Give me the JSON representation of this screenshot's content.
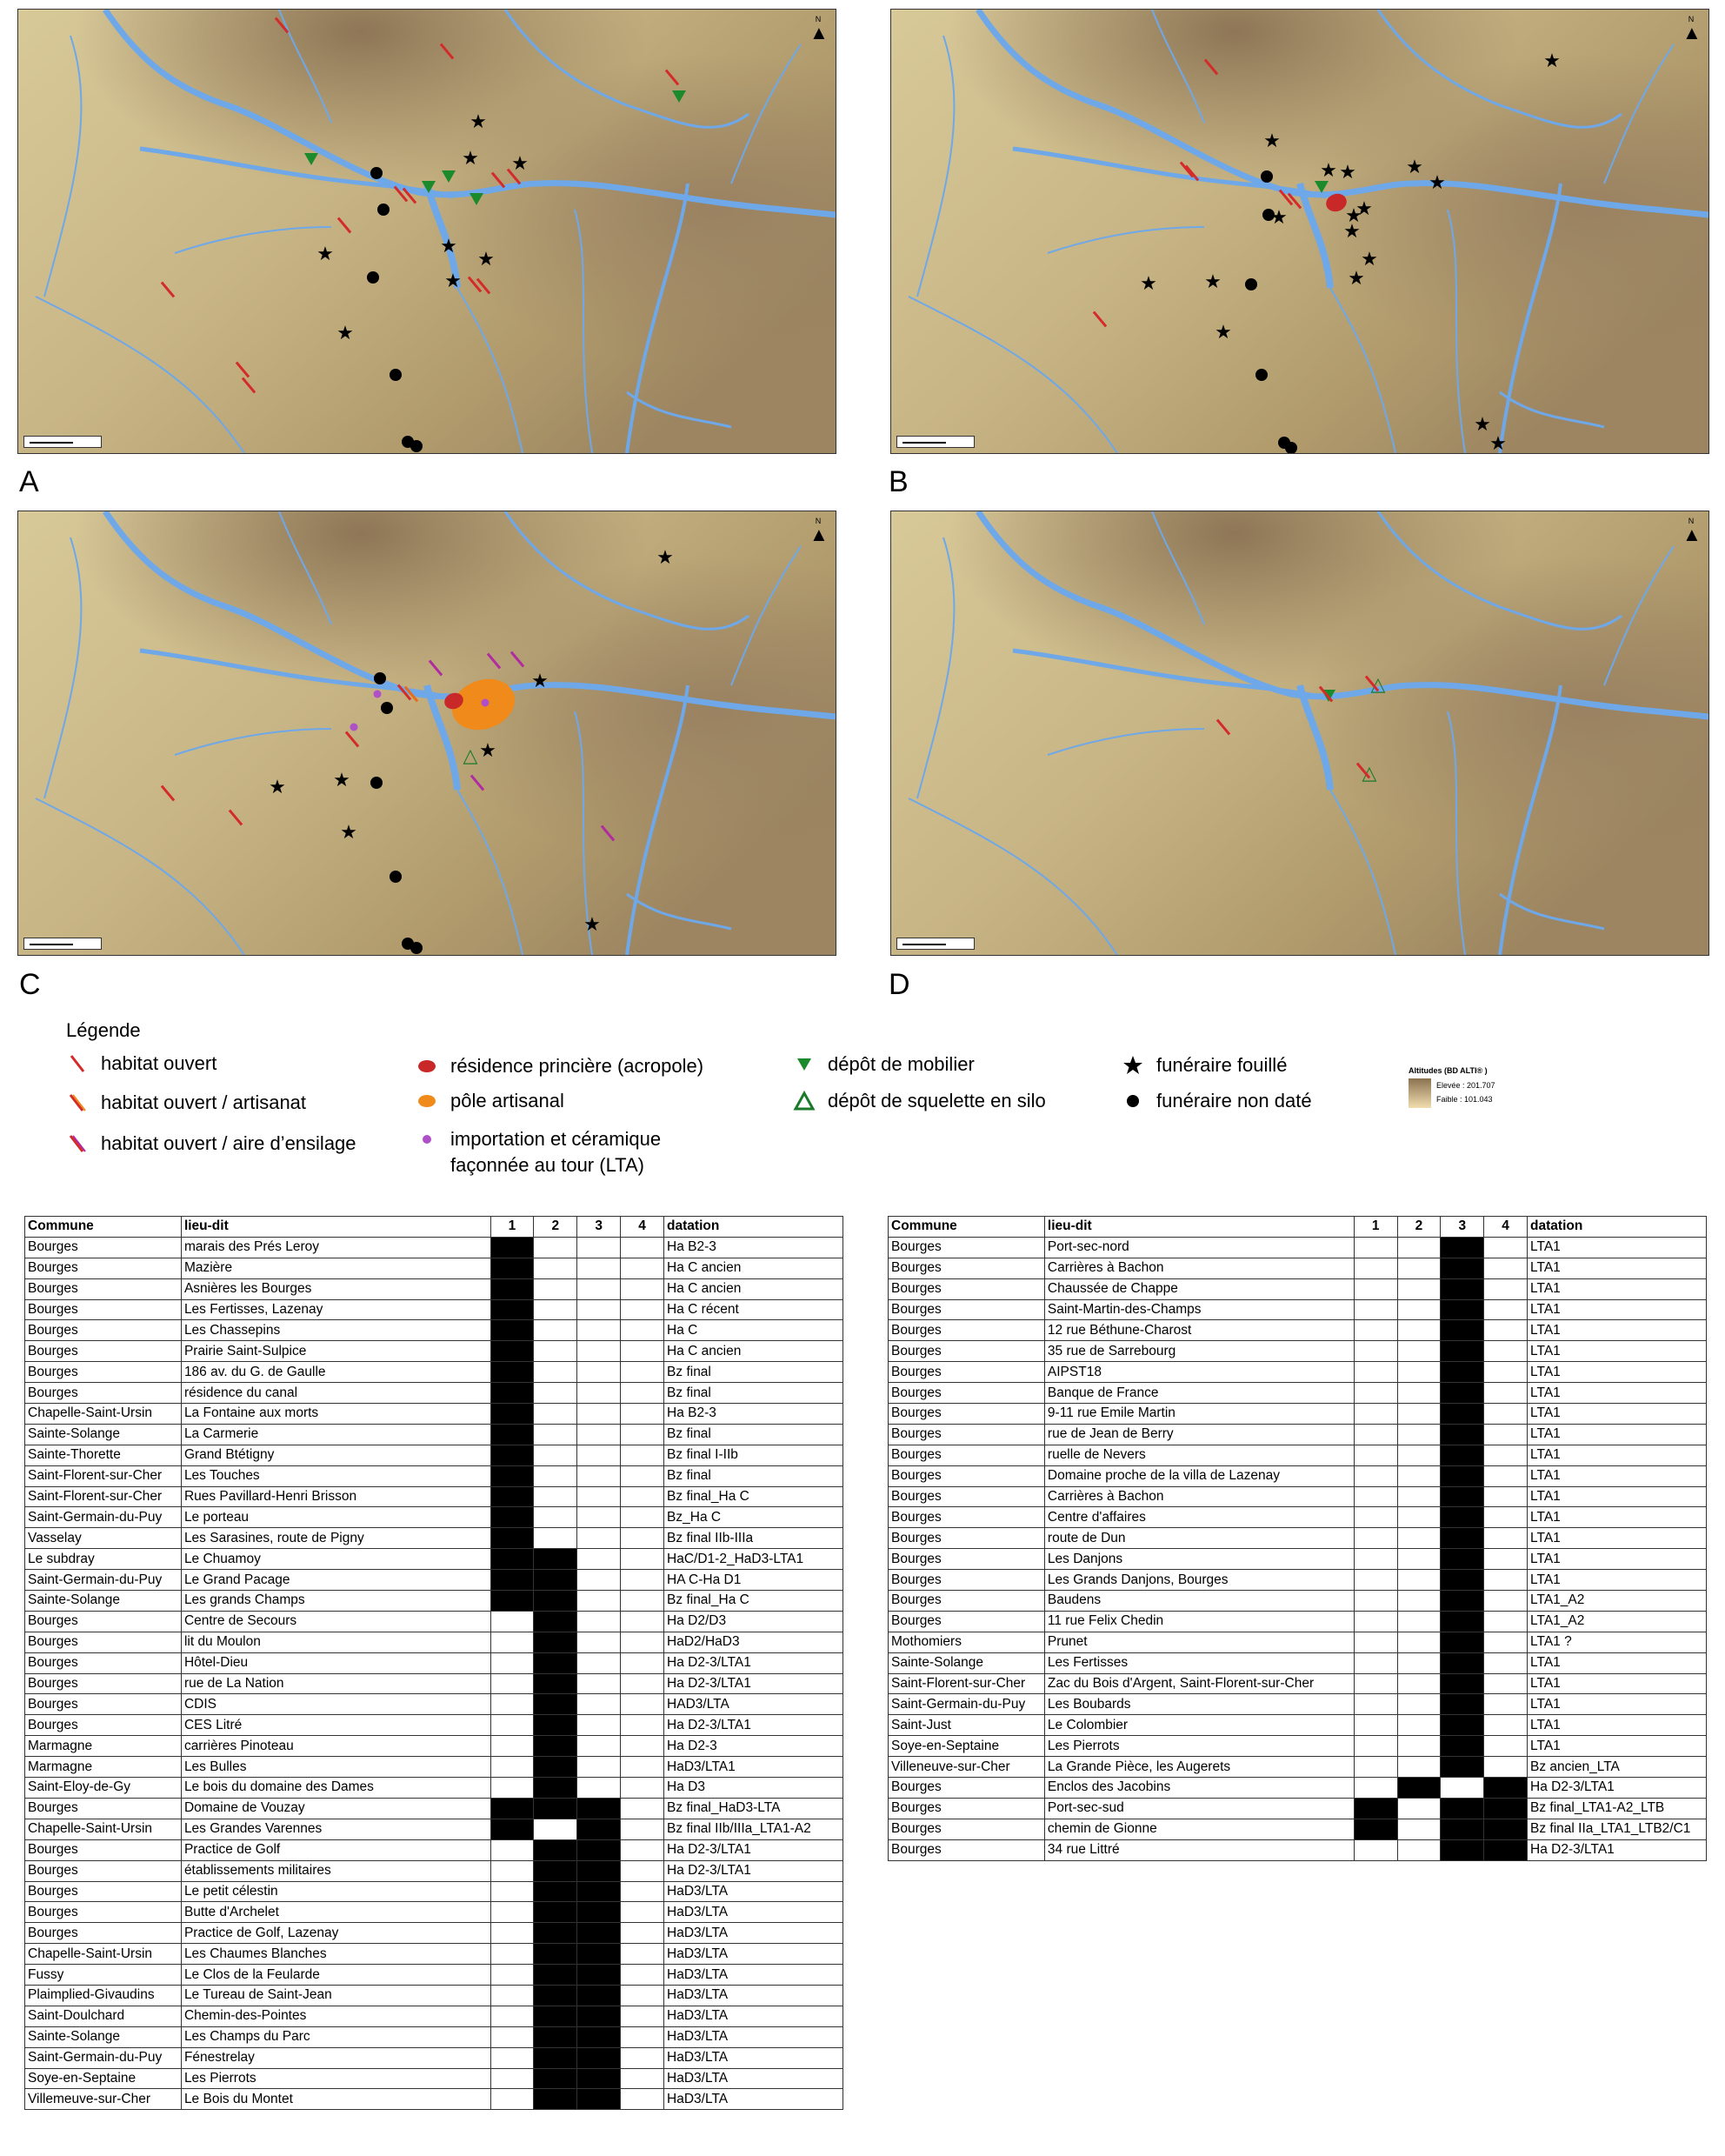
{
  "panels": [
    {
      "letter": "A"
    },
    {
      "letter": "B"
    },
    {
      "letter": "C"
    },
    {
      "letter": "D"
    }
  ],
  "north_label": "N",
  "legend": {
    "title": "Légende",
    "items": [
      {
        "label": "habitat ouvert",
        "symbol": "slash",
        "color": "#d42a2a"
      },
      {
        "label": "habitat ouvert / artisanat",
        "symbol": "slash-dual",
        "color": "#e86a1a"
      },
      {
        "label": "habitat ouvert / aire d’ensilage",
        "symbol": "slash-dual",
        "color": "#b02aa0"
      },
      {
        "label": "résidence princière (acropole)",
        "symbol": "ellipse",
        "color": "#c82828"
      },
      {
        "label": "pôle artisanal",
        "symbol": "ellipse",
        "color": "#f08a1a"
      },
      {
        "label": "importation et céramique",
        "label2": "façonnée au tour (LTA)",
        "symbol": "dot",
        "color": "#b050c8"
      },
      {
        "label": "dépôt de mobilier",
        "symbol": "triangle",
        "color": "#1a8a2a"
      },
      {
        "label": "dépôt de squelette en silo",
        "symbol": "triangle-open",
        "color": "#1a7a2a"
      },
      {
        "label": "funéraire fouillé",
        "symbol": "star",
        "color": "#000000"
      },
      {
        "label": "funéraire non daté",
        "symbol": "dot",
        "color": "#000000"
      }
    ],
    "altitudes": {
      "title": "Altitudes (BD ALTI® )",
      "high": "Elevée : 201.707",
      "low": "Faible : 101.043"
    }
  },
  "table_headers": [
    "Commune",
    "lieu-dit",
    "1",
    "2",
    "3",
    "4",
    "datation"
  ],
  "table_left": [
    [
      "Bourges",
      "marais des Prés Leroy",
      1,
      0,
      0,
      0,
      "Ha B2-3"
    ],
    [
      "Bourges",
      "Mazière",
      1,
      0,
      0,
      0,
      "Ha C ancien"
    ],
    [
      "Bourges",
      "Asnières les Bourges",
      1,
      0,
      0,
      0,
      "Ha C ancien"
    ],
    [
      "Bourges",
      "Les Fertisses, Lazenay",
      1,
      0,
      0,
      0,
      "Ha C récent"
    ],
    [
      "Bourges",
      "Les Chassepins",
      1,
      0,
      0,
      0,
      "Ha C"
    ],
    [
      "Bourges",
      "Prairie Saint-Sulpice",
      1,
      0,
      0,
      0,
      "Ha C ancien"
    ],
    [
      "Bourges",
      "186 av. du G. de Gaulle",
      1,
      0,
      0,
      0,
      "Bz final"
    ],
    [
      "Bourges",
      "résidence du canal",
      1,
      0,
      0,
      0,
      "Bz final"
    ],
    [
      "Chapelle-Saint-Ursin",
      "La Fontaine aux morts",
      1,
      0,
      0,
      0,
      "Ha B2-3"
    ],
    [
      "Sainte-Solange",
      "La Carmerie",
      1,
      0,
      0,
      0,
      "Bz final"
    ],
    [
      "Sainte-Thorette",
      "Grand Btétigny",
      1,
      0,
      0,
      0,
      "Bz final I-IIb"
    ],
    [
      "Saint-Florent-sur-Cher",
      "Les Touches",
      1,
      0,
      0,
      0,
      "Bz final"
    ],
    [
      "Saint-Florent-sur-Cher",
      "Rues Pavillard-Henri Brisson",
      1,
      0,
      0,
      0,
      "Bz final_Ha C"
    ],
    [
      "Saint-Germain-du-Puy",
      "Le porteau",
      1,
      0,
      0,
      0,
      "Bz_Ha C"
    ],
    [
      "Vasselay",
      "Les Sarasines, route de Pigny",
      1,
      0,
      0,
      0,
      "Bz final IIb-IIIa"
    ],
    [
      "Le subdray",
      "Le Chuamoy",
      1,
      1,
      0,
      0,
      "HaC/D1-2_HaD3-LTA1"
    ],
    [
      "Saint-Germain-du-Puy",
      "Le Grand Pacage",
      1,
      1,
      0,
      0,
      "HA C-Ha D1"
    ],
    [
      "Sainte-Solange",
      "Les grands Champs",
      1,
      1,
      0,
      0,
      "Bz final_Ha C"
    ],
    [
      "Bourges",
      "Centre de Secours",
      0,
      1,
      0,
      0,
      "Ha D2/D3"
    ],
    [
      "Bourges",
      "lit du Moulon",
      0,
      1,
      0,
      0,
      "HaD2/HaD3"
    ],
    [
      "Bourges",
      "Hôtel-Dieu",
      0,
      1,
      0,
      0,
      "Ha D2-3/LTA1"
    ],
    [
      "Bourges",
      "rue de La Nation",
      0,
      1,
      0,
      0,
      "Ha D2-3/LTA1"
    ],
    [
      "Bourges",
      "CDIS",
      0,
      1,
      0,
      0,
      "HAD3/LTA"
    ],
    [
      "Bourges",
      "CES Litré",
      0,
      1,
      0,
      0,
      "Ha D2-3/LTA1"
    ],
    [
      "Marmagne",
      "carrières Pinoteau",
      0,
      1,
      0,
      0,
      "Ha D2-3"
    ],
    [
      "Marmagne",
      "Les Bulles",
      0,
      1,
      0,
      0,
      "HaD3/LTA1"
    ],
    [
      "Saint-Eloy-de-Gy",
      "Le bois du domaine des Dames",
      0,
      1,
      0,
      0,
      "Ha D3"
    ],
    [
      "Bourges",
      "Domaine de Vouzay",
      1,
      1,
      1,
      0,
      "Bz final_HaD3-LTA"
    ],
    [
      "Chapelle-Saint-Ursin",
      "Les Grandes Varennes",
      1,
      0,
      1,
      0,
      "Bz final IIb/IIIa_LTA1-A2"
    ],
    [
      "Bourges",
      "Practice de Golf",
      0,
      1,
      1,
      0,
      "Ha D2-3/LTA1"
    ],
    [
      "Bourges",
      "établissements militaires",
      0,
      1,
      1,
      0,
      "Ha D2-3/LTA1"
    ],
    [
      "Bourges",
      "Le petit célestin",
      0,
      1,
      1,
      0,
      "HaD3/LTA"
    ],
    [
      "Bourges",
      "Butte d'Archelet",
      0,
      1,
      1,
      0,
      "HaD3/LTA"
    ],
    [
      "Bourges",
      "Practice de Golf, Lazenay",
      0,
      1,
      1,
      0,
      "HaD3/LTA"
    ],
    [
      "Chapelle-Saint-Ursin",
      "Les Chaumes Blanches",
      0,
      1,
      1,
      0,
      "HaD3/LTA"
    ],
    [
      "Fussy",
      "Le Clos de la Feularde",
      0,
      1,
      1,
      0,
      "HaD3/LTA"
    ],
    [
      "Plaimplied-Givaudins",
      "Le Tureau de Saint-Jean",
      0,
      1,
      1,
      0,
      "HaD3/LTA"
    ],
    [
      "Saint-Doulchard",
      "Chemin-des-Pointes",
      0,
      1,
      1,
      0,
      "HaD3/LTA"
    ],
    [
      "Sainte-Solange",
      "Les Champs du Parc",
      0,
      1,
      1,
      0,
      "HaD3/LTA"
    ],
    [
      "Saint-Germain-du-Puy",
      "Fénestrelay",
      0,
      1,
      1,
      0,
      "HaD3/LTA"
    ],
    [
      "Soye-en-Septaine",
      "Les Pierrots",
      0,
      1,
      1,
      0,
      "HaD3/LTA"
    ],
    [
      "Villemeuve-sur-Cher",
      "Le Bois du Montet",
      0,
      1,
      1,
      0,
      "HaD3/LTA"
    ]
  ],
  "table_right": [
    [
      "Bourges",
      "Port-sec-nord",
      0,
      0,
      1,
      0,
      "LTA1"
    ],
    [
      "Bourges",
      "Carrières à Bachon",
      0,
      0,
      1,
      0,
      "LTA1"
    ],
    [
      "Bourges",
      "Chaussée de Chappe",
      0,
      0,
      1,
      0,
      "LTA1"
    ],
    [
      "Bourges",
      "Saint-Martin-des-Champs",
      0,
      0,
      1,
      0,
      "LTA1"
    ],
    [
      "Bourges",
      "12 rue Béthune-Charost",
      0,
      0,
      1,
      0,
      "LTA1"
    ],
    [
      "Bourges",
      "35 rue de Sarrebourg",
      0,
      0,
      1,
      0,
      "LTA1"
    ],
    [
      "Bourges",
      "AIPST18",
      0,
      0,
      1,
      0,
      "LTA1"
    ],
    [
      "Bourges",
      "Banque de France",
      0,
      0,
      1,
      0,
      "LTA1"
    ],
    [
      "Bourges",
      "9-11 rue Emile Martin",
      0,
      0,
      1,
      0,
      "LTA1"
    ],
    [
      "Bourges",
      "rue de Jean de Berry",
      0,
      0,
      1,
      0,
      "LTA1"
    ],
    [
      "Bourges",
      "ruelle de Nevers",
      0,
      0,
      1,
      0,
      "LTA1"
    ],
    [
      "Bourges",
      "Domaine proche de la villa de Lazenay",
      0,
      0,
      1,
      0,
      "LTA1"
    ],
    [
      "Bourges",
      "Carrières à Bachon",
      0,
      0,
      1,
      0,
      "LTA1"
    ],
    [
      "Bourges",
      "Centre d'affaires",
      0,
      0,
      1,
      0,
      "LTA1"
    ],
    [
      "Bourges",
      "route de Dun",
      0,
      0,
      1,
      0,
      "LTA1"
    ],
    [
      "Bourges",
      "Les Danjons",
      0,
      0,
      1,
      0,
      "LTA1"
    ],
    [
      "Bourges",
      "Les Grands Danjons, Bourges",
      0,
      0,
      1,
      0,
      "LTA1"
    ],
    [
      "Bourges",
      "Baudens",
      0,
      0,
      1,
      0,
      "LTA1_A2"
    ],
    [
      "Bourges",
      "11 rue Felix Chedin",
      0,
      0,
      1,
      0,
      "LTA1_A2"
    ],
    [
      "Mothomiers",
      "Prunet",
      0,
      0,
      1,
      0,
      "LTA1 ?"
    ],
    [
      "Sainte-Solange",
      "Les Fertisses",
      0,
      0,
      1,
      0,
      "LTA1"
    ],
    [
      "Saint-Florent-sur-Cher",
      "Zac du Bois d'Argent, Saint-Florent-sur-Cher",
      0,
      0,
      1,
      0,
      "LTA1"
    ],
    [
      "Saint-Germain-du-Puy",
      "Les Boubards",
      0,
      0,
      1,
      0,
      "LTA1"
    ],
    [
      "Saint-Just",
      "Le Colombier",
      0,
      0,
      1,
      0,
      "LTA1"
    ],
    [
      "Soye-en-Septaine",
      "Les Pierrots",
      0,
      0,
      1,
      0,
      "LTA1"
    ],
    [
      "Villeneuve-sur-Cher",
      "La Grande Pièce, les Augerets",
      0,
      0,
      1,
      0,
      "Bz ancien_LTA"
    ],
    [
      "Bourges",
      "Enclos des Jacobins",
      0,
      1,
      0,
      1,
      "Ha D2-3/LTA1"
    ],
    [
      "Bourges",
      "Port-sec-sud",
      1,
      0,
      1,
      1,
      "Bz final_LTA1-A2_LTB"
    ],
    [
      "Bourges",
      "chemin de Gionne",
      1,
      0,
      1,
      1,
      "Bz final IIa_LTA1_LTB2/C1"
    ],
    [
      "Bourges",
      "34 rue Littré",
      0,
      0,
      1,
      1,
      "Ha D2-3/LTA1"
    ]
  ]
}
